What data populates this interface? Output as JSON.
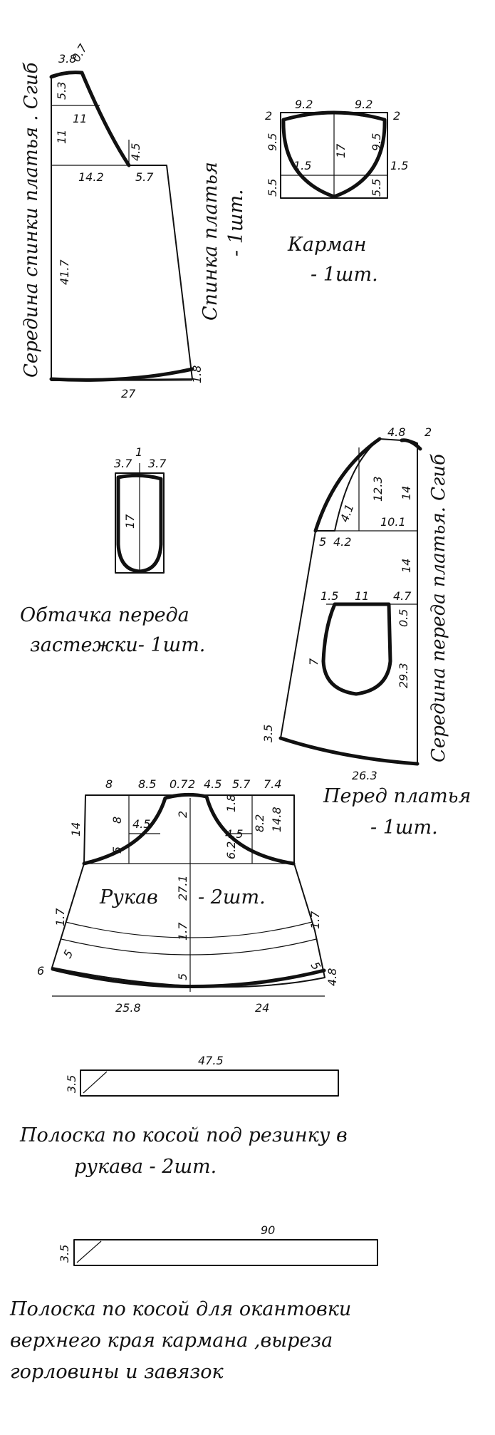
{
  "back": {
    "center_fold": "Середина спинки платья . Сгиб",
    "title_line1": "Спинка платья",
    "title_line2": "- 1шт.",
    "d_neck_w": "3.8",
    "d_neck_top": "0.7",
    "d_neck_depth": "5.3",
    "d_11_h": "11",
    "d_11_v": "11",
    "d_45": "4.5",
    "d_142": "14.2",
    "d_57": "5.7",
    "d_417": "41.7",
    "d_18": "1.8",
    "d_27": "27"
  },
  "pocket": {
    "title_line1": "Карман",
    "title_line2": "- 1шт.",
    "d_92l": "9.2",
    "d_92r": "9.2",
    "d_2l": "2",
    "d_2r": "2",
    "d_95l": "9.5",
    "d_95r": "9.5",
    "d_15l": "1.5",
    "d_15r": "1.5",
    "d_17": "17",
    "d_55l": "5.5",
    "d_55r": "5.5"
  },
  "facing": {
    "title_line1": "Обтачка переда",
    "title_line2": "застежки- 1шт.",
    "d_37l": "3.7",
    "d_1": "1",
    "d_37r": "3.7",
    "d_17": "17"
  },
  "front": {
    "center_fold": "Середина переда платья. Сгиб",
    "title_line1": "Перед платья",
    "title_line2": "- 1шт.",
    "d_48": "4.8",
    "d_2": "2",
    "d_123": "12.3",
    "d_14a": "14",
    "d_41": "4.1",
    "d_5": "5",
    "d_42": "4.2",
    "d_101": "10.1",
    "d_14b": "14",
    "d_15": "1.5",
    "d_11": "11",
    "d_47": "4.7",
    "d_05": "0.5",
    "d_7": "7",
    "d_293": "29.3",
    "d_35": "3.5",
    "d_263": "26.3"
  },
  "sleeve": {
    "title_a": "Рукав",
    "title_b": "- 2шт.",
    "d_8": "8",
    "d_85": "8.5",
    "d_07": "0.7",
    "d_2top": "2",
    "d_45t": "4.5",
    "d_57": "5.7",
    "d_74": "7.4",
    "d_14": "14",
    "d_8v": "8",
    "d_45l": "4.5",
    "d_5l": "5",
    "d_2v": "2",
    "d_18": "1.8",
    "d_45r": "4.5",
    "d_82": "8.2",
    "d_148": "14.8",
    "d_62": "6.2",
    "d_271": "27.1",
    "d_17l": "1.7",
    "d_17c": "1.7",
    "d_17r": "1.7",
    "d_5a": "5",
    "d_5b": "5",
    "d_5c": "5",
    "d_6": "6",
    "d_48": "4.8",
    "d_258": "25.8",
    "d_24": "24"
  },
  "strip1": {
    "length": "47.5",
    "width": "3.5",
    "caption_line1": "Полоска по косой под резинку в",
    "caption_line2": "рукава - 2шт."
  },
  "strip2": {
    "length": "90",
    "width": "3.5",
    "caption_line1": "Полоска по косой для окантовки",
    "caption_line2": "верхнего края кармана ,выреза",
    "caption_line3": "горловины и завязок"
  }
}
